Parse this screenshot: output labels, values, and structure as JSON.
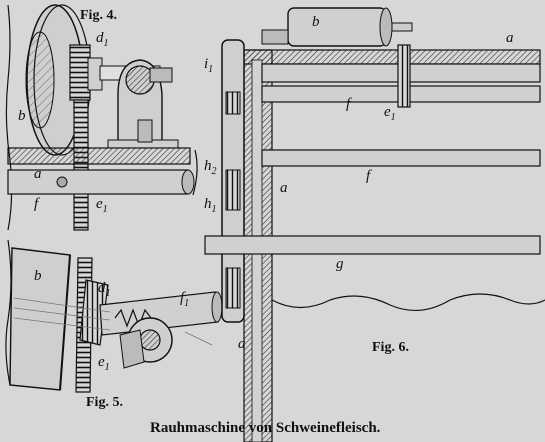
{
  "figures": {
    "fig4": "Fig. 4.",
    "fig5": "Fig. 5.",
    "fig6": "Fig. 6."
  },
  "caption": "Rauhmaschine von Schweinefleisch.",
  "part_labels": {
    "fig4_d": {
      "main": "d",
      "sub": "1"
    },
    "fig4_b": {
      "main": "b",
      "sub": ""
    },
    "fig4_a": {
      "main": "a",
      "sub": ""
    },
    "fig4_f": {
      "main": "f",
      "sub": ""
    },
    "fig4_e": {
      "main": "e",
      "sub": "1"
    },
    "fig5_b": {
      "main": "b",
      "sub": ""
    },
    "fig5_d": {
      "main": "d",
      "sub": "1"
    },
    "fig5_f": {
      "main": "f",
      "sub": "1"
    },
    "fig5_e": {
      "main": "e",
      "sub": "1"
    },
    "fig6_b": {
      "main": "b",
      "sub": ""
    },
    "fig6_a_top": {
      "main": "a",
      "sub": ""
    },
    "fig6_i": {
      "main": "i",
      "sub": "1"
    },
    "fig6_f_upper": {
      "main": "f",
      "sub": ""
    },
    "fig6_e": {
      "main": "e",
      "sub": "1"
    },
    "fig6_h2": {
      "main": "h",
      "sub": "2"
    },
    "fig6_f_mid": {
      "main": "f",
      "sub": ""
    },
    "fig6_a_mid": {
      "main": "a",
      "sub": ""
    },
    "fig6_h1": {
      "main": "h",
      "sub": "1"
    },
    "fig6_g": {
      "main": "g",
      "sub": ""
    },
    "fig6_a_bottom": {
      "main": "a",
      "sub": ""
    }
  },
  "colors": {
    "paper": "#d7d7d7",
    "ink": "#111111",
    "hatch": "#333333"
  }
}
